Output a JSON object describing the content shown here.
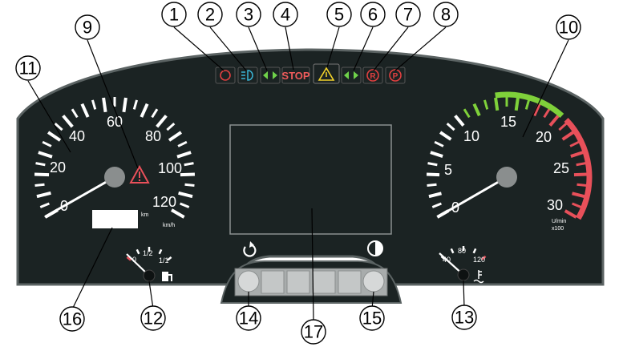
{
  "speedometer": {
    "labels": [
      "0",
      "20",
      "40",
      "60",
      "80",
      "100",
      "120"
    ],
    "unit_km": "km",
    "unit_kmh": "km/h"
  },
  "tachometer": {
    "labels": [
      "0",
      "5",
      "10",
      "15",
      "20",
      "25",
      "30"
    ],
    "unit_line1": "U/min",
    "unit_line2": "x100",
    "colors": {
      "green": "#7fd13a",
      "red": "#e8505a"
    }
  },
  "fuel_gauge": {
    "labels": [
      "0",
      "1/2",
      "1/1"
    ]
  },
  "temp_gauge": {
    "labels": [
      "40",
      "80",
      "120"
    ]
  },
  "warning_lights": {
    "stop_label": "STOP",
    "r_label": "R",
    "p_label": "P"
  },
  "callouts": [
    "1",
    "2",
    "3",
    "4",
    "5",
    "6",
    "7",
    "8",
    "9",
    "10",
    "11",
    "12",
    "13",
    "14",
    "15",
    "16",
    "17"
  ],
  "icons": {
    "top_left_button": "reset-circular-arrow-icon",
    "top_right_button": "brightness-half-circle-icon",
    "fuel": "fuel-pump-icon",
    "temp": "coolant-temperature-icon",
    "hazard": "warning-triangle-icon"
  }
}
